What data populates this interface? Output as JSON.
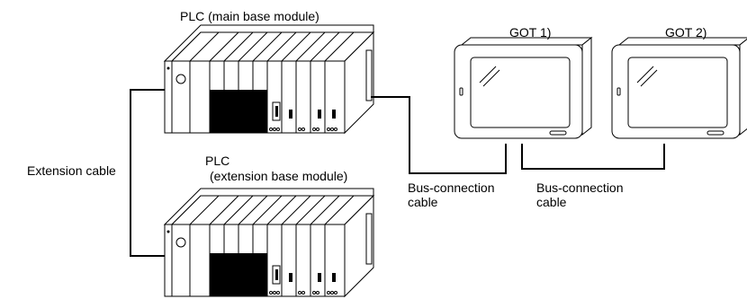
{
  "labels": {
    "plc_main": "PLC (main base module)",
    "plc_ext_line1": "PLC",
    "plc_ext_line2": "(extension base module)",
    "extension_cable": "Extension cable",
    "got1": "GOT 1)",
    "got2": "GOT 2)",
    "bus1_line1": "Bus-connection",
    "bus1_line2": "cable",
    "bus2_line1": "Bus-connection",
    "bus2_line2": "cable"
  },
  "colors": {
    "line": "#000000",
    "panel": "#ffffff",
    "module_dark": "#000000"
  }
}
